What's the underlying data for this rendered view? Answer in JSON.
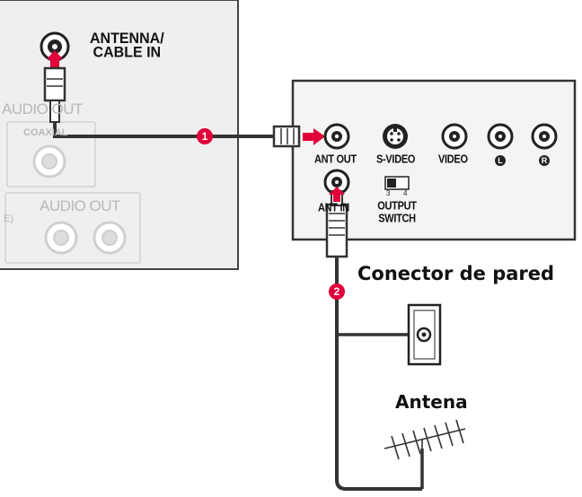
{
  "colors": {
    "accent": "#e2003a",
    "panel": "#efefef",
    "tv_panel": "#f4f4f4",
    "cable": "#333333"
  },
  "left_panel": {
    "antenna_label_line1": "ANTENNA/",
    "antenna_label_line2": "CABLE IN",
    "audio_out_digital": "AUDIO OUT",
    "coaxial": "COAXIAL",
    "audio_out_analog": "AUDIO OUT",
    "edge_letter": "E)"
  },
  "right_panel": {
    "ant_out": "ANT OUT",
    "s_video": "S-VIDEO",
    "video": "VIDEO",
    "left_channel": "L",
    "right_channel": "R",
    "ant_in": "ANT IN",
    "output_switch_line1": "OUTPUT",
    "output_switch_line2": "SWITCH",
    "switch_mark_1": "3",
    "switch_mark_2": "4"
  },
  "steps": {
    "step1": "1",
    "step2": "2"
  },
  "labels": {
    "wall_jack": "Conector de pared",
    "antenna": "Antena"
  },
  "icons": [
    "rf-jack-icon",
    "s-video-jack-icon",
    "rca-jack-icon",
    "arrow-icon",
    "wall-plate-icon",
    "yagi-antenna-icon",
    "slide-switch-icon"
  ]
}
